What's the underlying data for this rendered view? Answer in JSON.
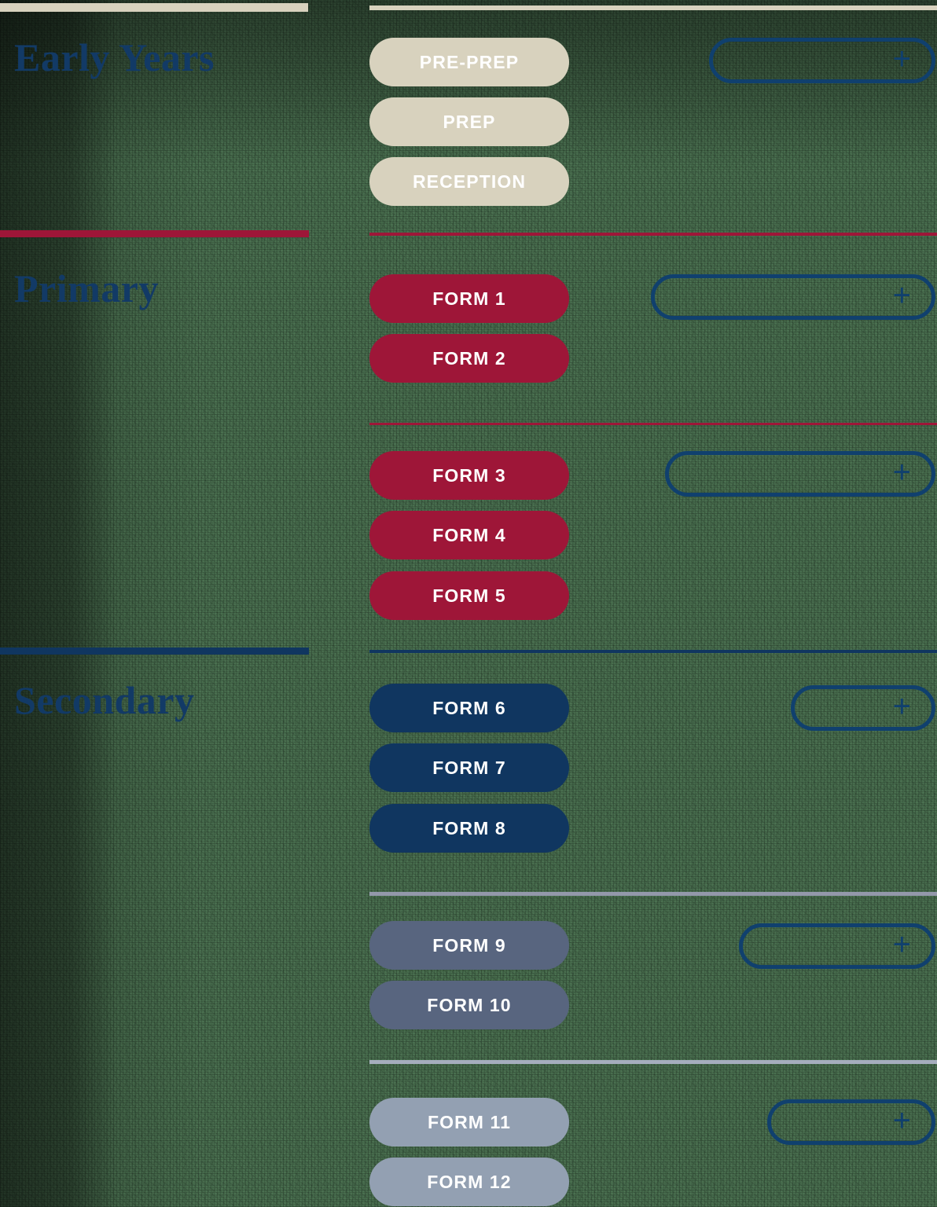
{
  "page": {
    "background_color": "#4a7050",
    "heading_color": "#123a66"
  },
  "palette": {
    "beige": "#d8d2be",
    "crimson": "#9e1638",
    "navy": "#103660",
    "slate": "#58657f",
    "light_slate": "#93a0b2",
    "outline_navy": "#10406e"
  },
  "sections": [
    {
      "title": "Early Years",
      "rule_color": "#d8d2be",
      "groups": [
        {
          "year_pills": [
            "PRE-PREP",
            "PREP",
            "RECEPTION"
          ],
          "pill_style": "beige",
          "add_button": {
            "label": "",
            "icon": "plus-icon"
          }
        }
      ]
    },
    {
      "title": "Primary",
      "rule_color": "#9e1638",
      "groups": [
        {
          "year_pills": [
            "FORM 1",
            "FORM 2"
          ],
          "pill_style": "crimson",
          "add_button": {
            "label": "",
            "icon": "plus-icon"
          }
        },
        {
          "year_pills": [
            "FORM 3",
            "FORM 4",
            "FORM 5"
          ],
          "pill_style": "crimson",
          "add_button": {
            "label": "",
            "icon": "plus-icon"
          }
        }
      ]
    },
    {
      "title": "Secondary",
      "rule_color": "#103660",
      "groups": [
        {
          "year_pills": [
            "FORM 6",
            "FORM 7",
            "FORM 8"
          ],
          "pill_style": "navy",
          "add_button": {
            "label": "",
            "icon": "plus-icon"
          }
        },
        {
          "year_pills": [
            "FORM 9",
            "FORM 10"
          ],
          "pill_style": "slate",
          "add_button": {
            "label": "",
            "icon": "plus-icon"
          }
        },
        {
          "year_pills": [
            "FORM 11",
            "FORM 12"
          ],
          "pill_style": "light_slate",
          "add_button": {
            "label": "",
            "icon": "plus-icon"
          }
        }
      ]
    }
  ]
}
